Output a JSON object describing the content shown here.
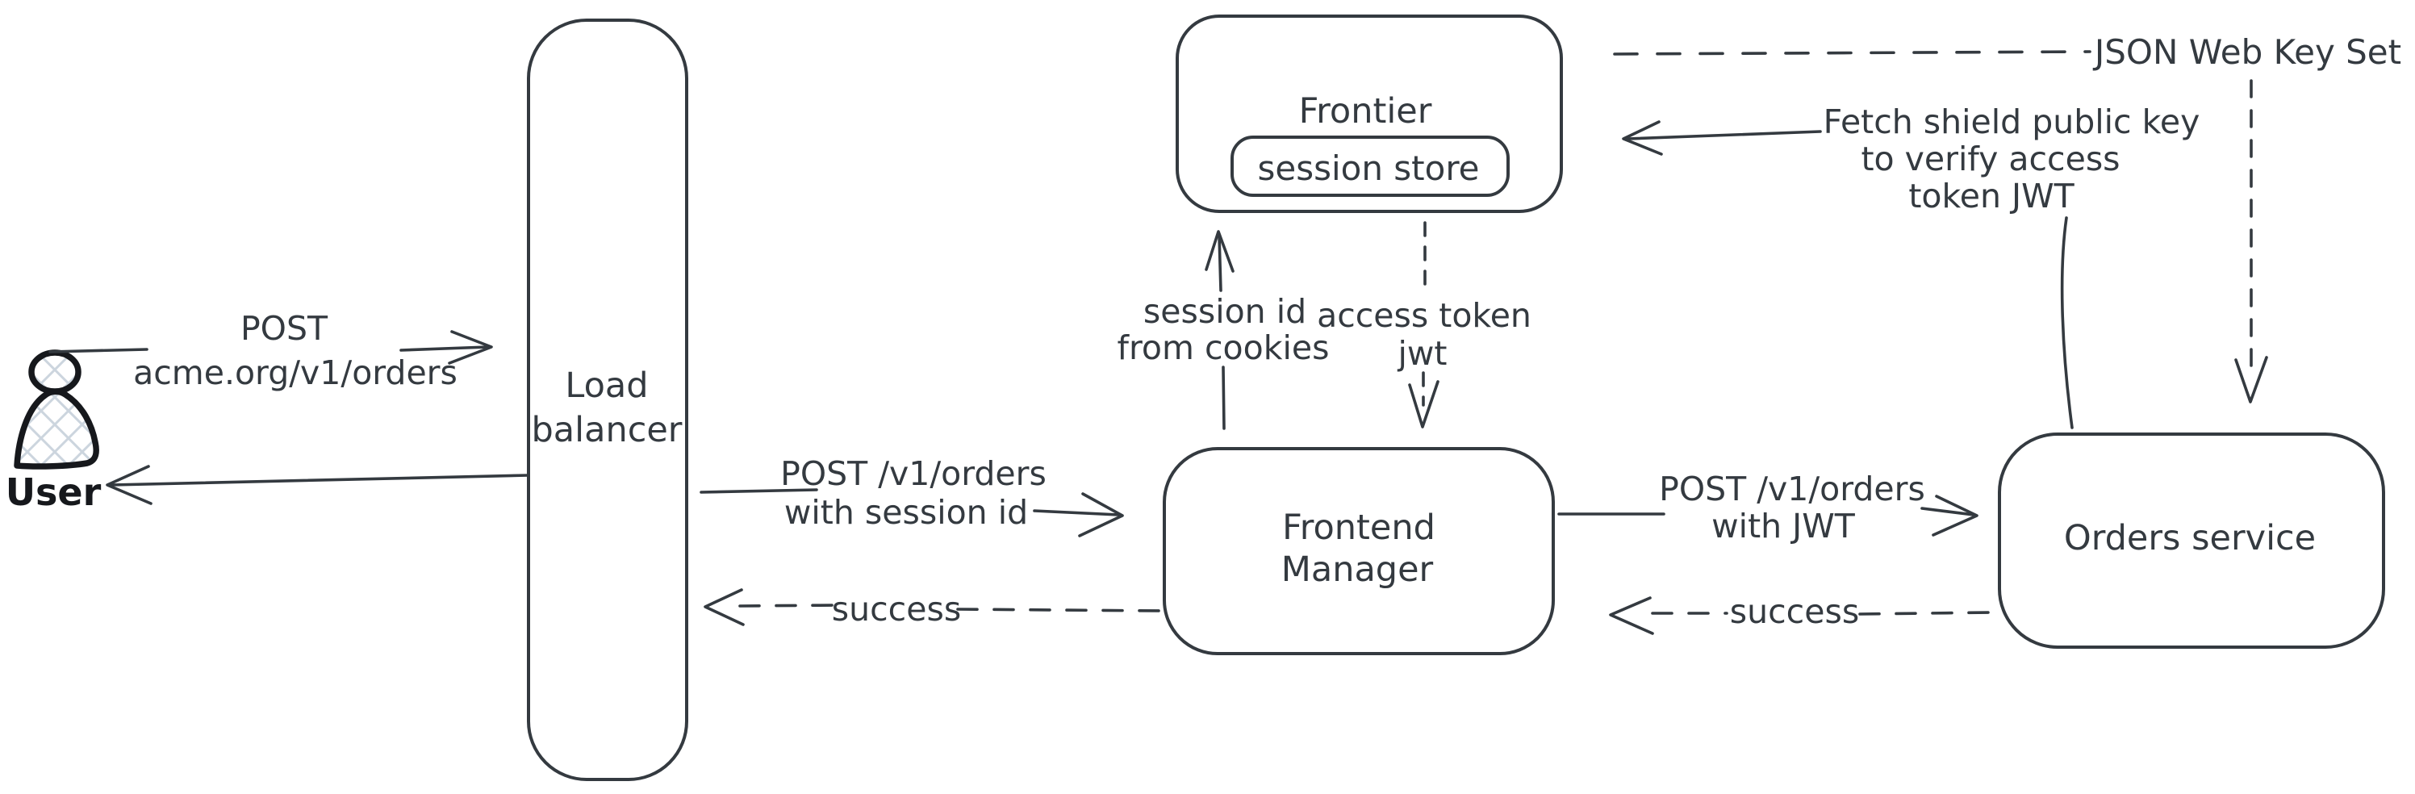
{
  "nodes": {
    "user": {
      "label": "User"
    },
    "load_balancer": {
      "lines": [
        "Load",
        "balancer"
      ]
    },
    "frontier": {
      "label": "Frontier",
      "session_store_label": "session store"
    },
    "frontend_manager": {
      "lines": [
        "Frontend",
        "Manager"
      ]
    },
    "orders_service": {
      "label": "Orders service"
    }
  },
  "edges": {
    "user_to_load_balancer": {
      "lines": [
        "POST",
        "acme.org/v1/orders"
      ],
      "style": "solid-arrow-right"
    },
    "load_balancer_to_user": {
      "style": "solid-arrow-left"
    },
    "load_balancer_to_frontend_manager": {
      "lines": [
        "POST /v1/orders",
        "with session id"
      ],
      "style": "solid-arrow-right"
    },
    "frontend_manager_to_load_balancer": {
      "label": "success",
      "style": "dashed-arrow-left"
    },
    "frontend_manager_to_frontier": {
      "lines": [
        "session id",
        "from cookies"
      ],
      "style": "solid-arrow-up"
    },
    "frontier_to_frontend_manager": {
      "lines": [
        "access token",
        "jwt"
      ],
      "style": "dashed-arrow-down"
    },
    "frontend_manager_to_orders_service": {
      "lines": [
        "POST /v1/orders",
        "with JWT"
      ],
      "style": "solid-arrow-right"
    },
    "orders_service_to_frontend_manager": {
      "label": "success",
      "style": "dashed-arrow-left"
    },
    "orders_service_to_frontier": {
      "lines": [
        "Fetch shield public key",
        "to verify access",
        "token JWT"
      ],
      "style": "solid-arrow-left"
    },
    "jwks_to_orders_service": {
      "label": "JSON Web Key Set",
      "style": "dashed"
    }
  },
  "colors": {
    "stroke": "#343a40",
    "user_stroke": "#16181c",
    "hatch_fill": "#ccd5de",
    "background": "#ffffff"
  }
}
